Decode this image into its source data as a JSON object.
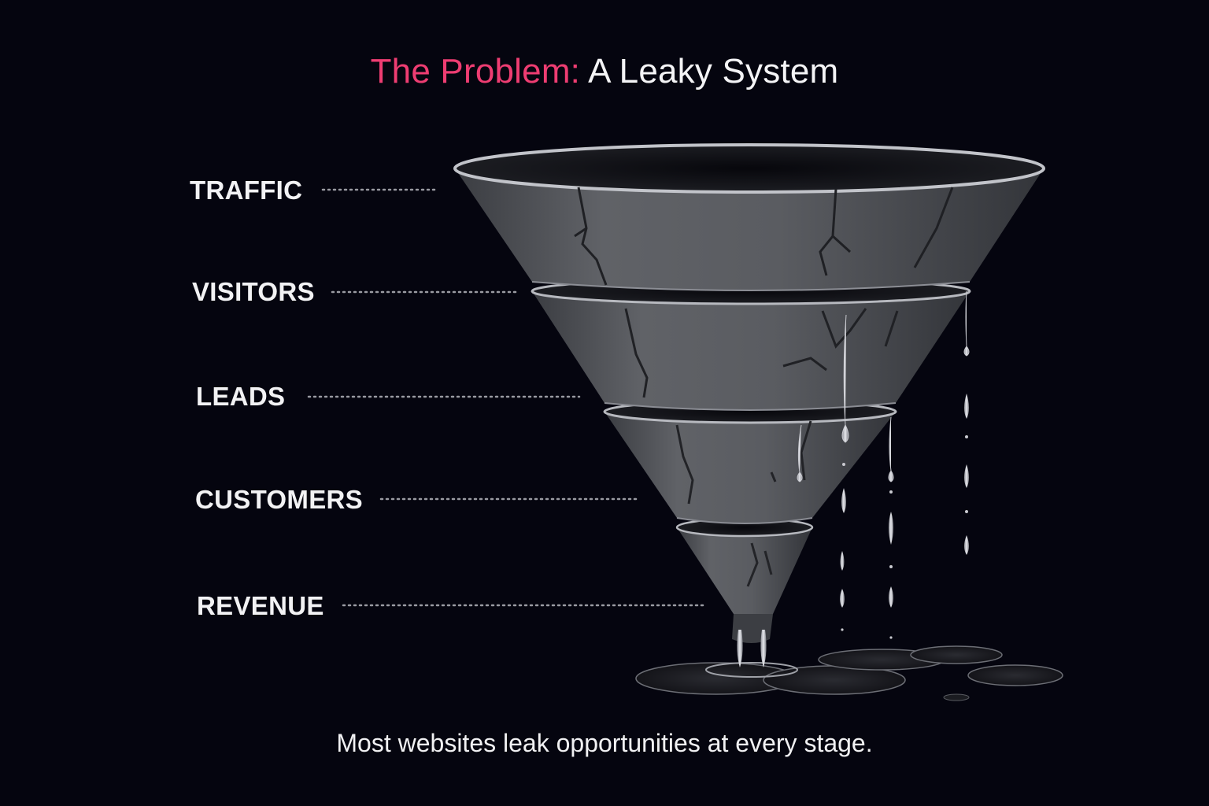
{
  "title": {
    "accent": "The Problem:",
    "rest": "A Leaky System"
  },
  "stages": [
    {
      "label": "TRAFFIC"
    },
    {
      "label": "VISITORS"
    },
    {
      "label": "LEADS"
    },
    {
      "label": "CUSTOMERS"
    },
    {
      "label": "REVENUE"
    }
  ],
  "caption": "Most websites leak opportunities at every stage.",
  "colors": {
    "background": "#05050f",
    "accent": "#ee3d72",
    "text": "#f2f2f4",
    "funnel": "#5a5c61"
  }
}
